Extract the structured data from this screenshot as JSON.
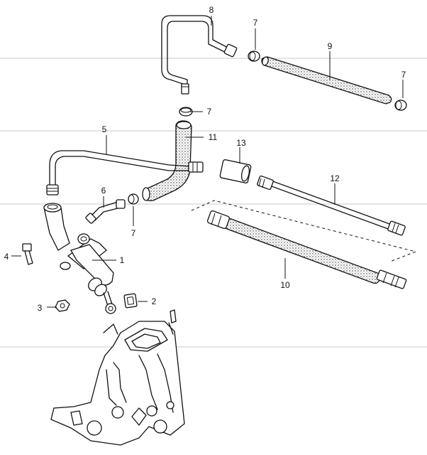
{
  "callouts": {
    "c1": "1",
    "c2": "2",
    "c3": "3",
    "c4": "4",
    "c5": "5",
    "c6": "6",
    "c7a": "7",
    "c7b": "7",
    "c7c": "7",
    "c7d": "7",
    "c8": "8",
    "c9": "9",
    "c10": "10",
    "c11": "11",
    "c12": "12",
    "c13": "13"
  }
}
